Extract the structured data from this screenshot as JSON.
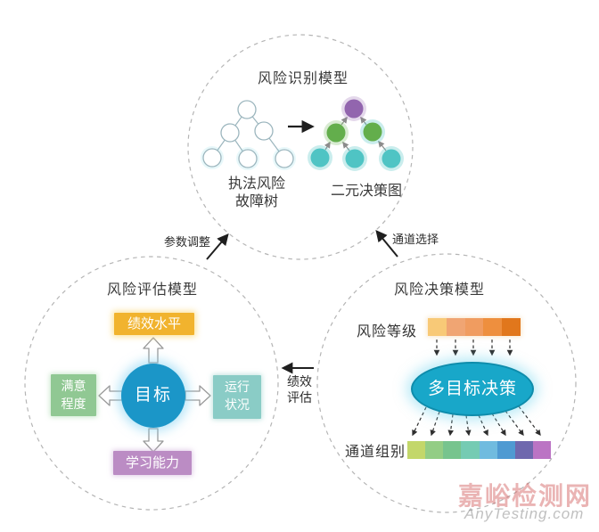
{
  "identification": {
    "title": "风险识别模型",
    "fault_tree_label": "执法风险\n故障树",
    "bdd_label": "二元决策图",
    "node_colors": {
      "fault_node": "#ffffff",
      "root": "#9265ae",
      "branch": "#63ae4c",
      "leaf": "#4fc4c4"
    }
  },
  "assessment": {
    "title": "风险评估模型",
    "center": {
      "label": "目标",
      "color": "#1b96c8"
    },
    "boxes": {
      "top": {
        "label": "绩效水平",
        "color": "#f1b32e"
      },
      "left": {
        "label": "满意\n程度",
        "color": "#90c893"
      },
      "right": {
        "label": "运行\n状况",
        "color": "#8accc6"
      },
      "bottom": {
        "label": "学习能力",
        "color": "#bb8cc4"
      }
    }
  },
  "decision": {
    "title": "风险决策模型",
    "risk_level_label": "风险等级",
    "channel_group_label": "通道组别",
    "ellipse": {
      "label": "多目标决策",
      "color": "#18a7c9",
      "border_color": "#0e8cab"
    },
    "risk_level_colors": [
      "#f8c977",
      "#f0a573",
      "#f09c60",
      "#ee8f3e",
      "#e1771c"
    ],
    "channel_group_colors": [
      "#c3d76a",
      "#93cd85",
      "#77c48e",
      "#75cbb3",
      "#70bbdf",
      "#4f9ad2",
      "#6f68ae",
      "#bb74c4"
    ]
  },
  "connections": {
    "param_adjust": "参数调整",
    "channel_select": "通道选择",
    "perf_eval": "绩效\n评估"
  },
  "watermark": {
    "site_name": "嘉峪检测网",
    "site_url": "AnyTesting.com"
  }
}
